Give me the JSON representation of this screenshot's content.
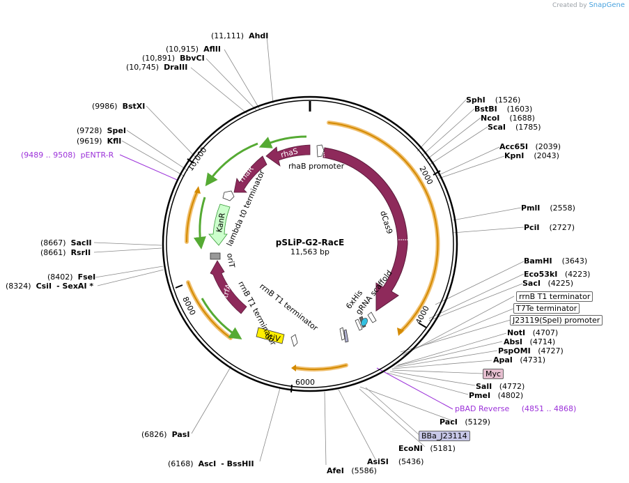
{
  "watermark": {
    "created_by": "Created by",
    "app": "SnapGene"
  },
  "plasmid": {
    "name": "pSLiP-G2-RacE",
    "length_label": "11,563 bp",
    "length": 11563
  },
  "ticks": [
    "2000",
    "4000",
    "6000",
    "8000",
    "10,000"
  ],
  "enzymes": [
    {
      "pos": "(11,111)",
      "name": "AhdI"
    },
    {
      "pos": "(10,915)",
      "name": "AflII"
    },
    {
      "pos": "(10,891)",
      "name": "BbvCI"
    },
    {
      "pos": "(10,745)",
      "name": "DraIII"
    },
    {
      "pos": "(9986)",
      "name": "BstXI"
    },
    {
      "pos": "(9728)",
      "name": "SpeI"
    },
    {
      "pos": "(9619)",
      "name": "KflI"
    },
    {
      "pos": "(8667)",
      "name": "SacII"
    },
    {
      "pos": "(8661)",
      "name": "RsrII"
    },
    {
      "pos": "(8402)",
      "name": "FseI"
    },
    {
      "pos": "(8324)",
      "name": "CsiI",
      "extra": "- SexAI *"
    },
    {
      "pos": "(6826)",
      "name": "PasI"
    },
    {
      "pos": "(6168)",
      "name": "AscI",
      "extra": "- BssHII"
    },
    {
      "pos": "(5586)",
      "name": "AfeI"
    },
    {
      "pos": "(5436)",
      "name": "AsiSI"
    },
    {
      "pos": "(5181)",
      "name": "EcoNI"
    },
    {
      "pos": "(5129)",
      "name": "PacI"
    },
    {
      "pos": "(4802)",
      "name": "PmeI"
    },
    {
      "pos": "(4772)",
      "name": "SalI"
    },
    {
      "pos": "(4731)",
      "name": "ApaI"
    },
    {
      "pos": "(4727)",
      "name": "PspOMI"
    },
    {
      "pos": "(4714)",
      "name": "AbsI"
    },
    {
      "pos": "(4707)",
      "name": "NotI"
    },
    {
      "pos": "(4225)",
      "name": "SacI"
    },
    {
      "pos": "(4223)",
      "name": "Eco53kI"
    },
    {
      "pos": "(3643)",
      "name": "BamHI"
    },
    {
      "pos": "(2727)",
      "name": "PciI"
    },
    {
      "pos": "(2558)",
      "name": "PmlI"
    },
    {
      "pos": "(2043)",
      "name": "KpnI"
    },
    {
      "pos": "(2039)",
      "name": "Acc65I"
    },
    {
      "pos": "(1785)",
      "name": "ScaI"
    },
    {
      "pos": "(1688)",
      "name": "NcoI"
    },
    {
      "pos": "(1603)",
      "name": "BstBI"
    },
    {
      "pos": "(1526)",
      "name": "SphI"
    }
  ],
  "primers": [
    {
      "range": "(9489 .. 9508)",
      "name": "pENTR-R"
    },
    {
      "range": "(4851 .. 4868)",
      "name": "pBAD Reverse"
    }
  ],
  "feature_boxes": [
    "rrnB T1 terminator",
    "T7Te terminator",
    "J23119(SpeI) promoter",
    "Myc",
    "BBa_J23114"
  ],
  "features": {
    "rhaS": "rhaS",
    "rhaR": "rhaR",
    "rhaB_promoter": "rhaB promoter",
    "lambda_t0": "lambda t0 terminator",
    "kanR": "KanR",
    "oriT": "oriT",
    "trfA": "trfA",
    "rrnB_t1_a": "rrnB T1 terminator",
    "rrnB_t1_b": "rrnB T1 terminator",
    "oriV": "oriV",
    "dCas9": "dCas9",
    "grna": "gRNA scaffold",
    "his": "6xHis"
  },
  "colors": {
    "cds": "#8e2a5b",
    "orf": "#f0a830",
    "misc": "#55aa33",
    "kan": "#ccffcc",
    "ori": "#ffee00",
    "myc": "#e6bfd0",
    "bba": "#c8c8e8",
    "primer": "#9b30d9"
  }
}
